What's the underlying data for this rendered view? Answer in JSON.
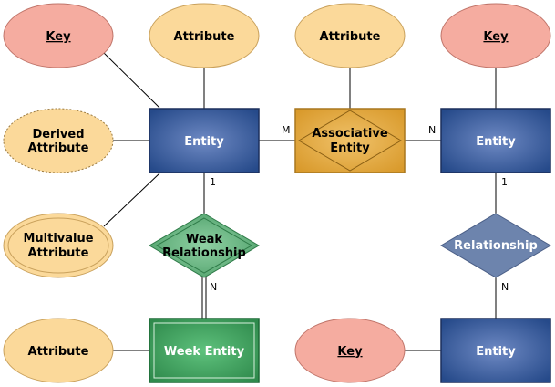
{
  "colors": {
    "entity": "#2e4f8e",
    "entity_border": "#1b2f5c",
    "key_fill": "#f5aca0",
    "key_border": "#c0756a",
    "attr_fill": "#fbd99a",
    "attr_border": "#c9a15c",
    "assoc_fill": "#dba23a",
    "assoc_border": "#a8771f",
    "weak_fill": "#5fae7a",
    "weak_border": "#2d7a47",
    "rel_fill": "#6d84ad",
    "rel_border": "#4b5f87",
    "line": "#000000"
  },
  "nodes": {
    "key_tl": "Key",
    "attribute_top_1": "Attribute",
    "attribute_top_2": "Attribute",
    "key_tr": "Key",
    "derived_attribute": [
      "Derived",
      "Attribute"
    ],
    "entity_main": "Entity",
    "associative_entity": [
      "Associative",
      "Entity"
    ],
    "entity_right": "Entity",
    "multivalue_attribute": [
      "Multivalue",
      "Attribute"
    ],
    "weak_relationship": [
      "Weak",
      "Relationship"
    ],
    "relationship": "Relationship",
    "attribute_bottom": "Attribute",
    "week_entity": "Week Entity",
    "key_bottom": "Key",
    "entity_bottom": "Entity"
  },
  "cardinality": {
    "m": "M",
    "n_assoc": "N",
    "one_left": "1",
    "n_weak": "N",
    "one_right": "1",
    "n_rel": "N"
  }
}
